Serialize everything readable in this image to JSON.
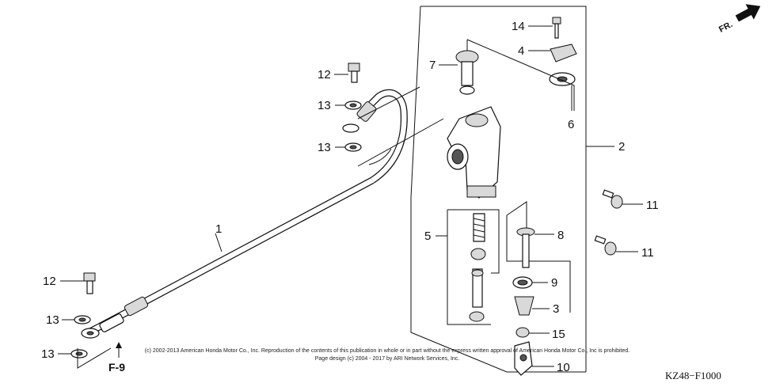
{
  "diagram": {
    "parts": [
      {
        "id": "p1",
        "label": "1"
      },
      {
        "id": "p2",
        "label": "2"
      },
      {
        "id": "p3",
        "label": "3"
      },
      {
        "id": "p4",
        "label": "4"
      },
      {
        "id": "p5",
        "label": "5"
      },
      {
        "id": "p6",
        "label": "6"
      },
      {
        "id": "p7",
        "label": "7"
      },
      {
        "id": "p8",
        "label": "8"
      },
      {
        "id": "p9",
        "label": "9"
      },
      {
        "id": "p10",
        "label": "10"
      },
      {
        "id": "p11a",
        "label": "11"
      },
      {
        "id": "p11b",
        "label": "11"
      },
      {
        "id": "p12a",
        "label": "12"
      },
      {
        "id": "p12b",
        "label": "12"
      },
      {
        "id": "p13a",
        "label": "13"
      },
      {
        "id": "p13b",
        "label": "13"
      },
      {
        "id": "p13c",
        "label": "13"
      },
      {
        "id": "p13d",
        "label": "13"
      },
      {
        "id": "p14",
        "label": "14"
      },
      {
        "id": "p15",
        "label": "15"
      }
    ],
    "direction_label": "FR.",
    "reference_label": "F-9",
    "diagram_code": "KZ48−F1000"
  },
  "footer": {
    "copyright_line": "(c) 2002-2013 American Honda Motor Co., Inc. Reproduction of the contents of this publication in whole or in part without the express written approval of American Honda Motor Co., Inc is prohibited.",
    "design_line": "Page design (c) 2004 - 2017 by ARI Network Services, Inc."
  }
}
